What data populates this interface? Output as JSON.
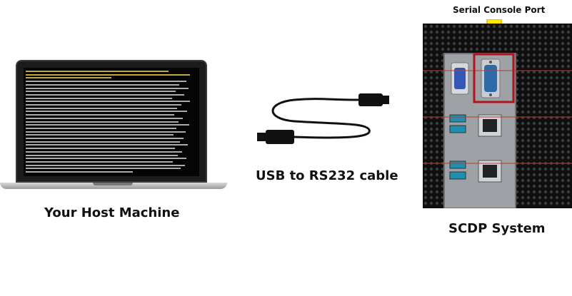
{
  "labels": {
    "host": "Your Host Machine",
    "cable": "USB to RS232 cable",
    "system": "SCDP System",
    "port": "Serial Console Port"
  },
  "colors": {
    "highlight_box": "#b3141a",
    "guide_lines": "#c0392b",
    "arrow": "#ffea00",
    "arrow_stroke": "#d4b800"
  },
  "icons": {
    "laptop": "laptop-icon",
    "cable": "usb-cable-icon",
    "arrow": "down-arrow-icon"
  }
}
